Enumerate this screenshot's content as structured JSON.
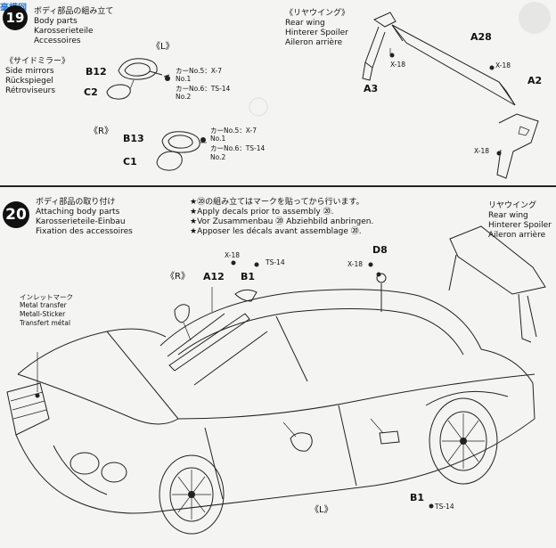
{
  "step19": {
    "number": "19",
    "title_jp": "ボディ部品の組み立て",
    "title_en": "Body parts",
    "title_de": "Karosserieteile",
    "title_fr": "Accessoires"
  },
  "side_mirrors": {
    "title_jp": "《サイドミラー》",
    "title_en": "Side mirrors",
    "title_de": "Rückspiegel",
    "title_fr": "Rétroviseurs",
    "left_mark": "《L》",
    "right_mark": "《R》",
    "left_parts": [
      "B12",
      "C2"
    ],
    "right_parts": [
      "B13",
      "C1"
    ],
    "car5_left": "カーNo.5：X-7",
    "no1_left": "No.1",
    "car6_left": "カーNo.6：TS-14",
    "no2_left": "No.2",
    "car5_right": "カーNo.5：X-7",
    "no1_right": "No.1",
    "car6_right": "カーNo.6：TS-14",
    "no2_right": "No.2"
  },
  "rear_wing_top": {
    "title_jp": "《リヤウイング》",
    "title_en": "Rear wing",
    "title_de": "Hinterer Spoiler",
    "title_fr": "Aileron arrière",
    "parts": [
      "A28",
      "A3",
      "A2"
    ],
    "paint": "X-18"
  },
  "step20": {
    "number": "20",
    "title_jp": "ボディ部品の取り付け",
    "title_en": "Attaching body parts",
    "title_de": "Karosserieteile-Einbau",
    "title_fr": "Fixation des accessoires",
    "note_jp": "★⑳の組み立てはマークを貼ってから行います。",
    "note_en": "★Apply decals prior to assembly ⑳.",
    "note_de": "★Vor Zusammenbau ⑳ Abziehbild anbringen.",
    "note_fr": "★Apposer les décals avant assemblage ⑳."
  },
  "inlet_mark": {
    "jp": "インレットマーク",
    "en": "Metal transfer",
    "de": "Metall-Sticker",
    "fr": "Transfert métal"
  },
  "rear_wing_bottom": {
    "jp": "リヤウイング",
    "en": "Rear wing",
    "de": "Hinterer Spoiler",
    "fr": "Aileron arrière"
  },
  "car_labels": {
    "r_mark": "《R》",
    "l_mark": "《L》",
    "a12": "A12",
    "b1_top": "B1",
    "d8": "D8",
    "b1_bottom": "B1",
    "x18_a": "X-18",
    "ts14_a": "TS-14",
    "x18_b": "X-18",
    "ts14_b": "TS-14"
  },
  "watermark": "毫模网"
}
